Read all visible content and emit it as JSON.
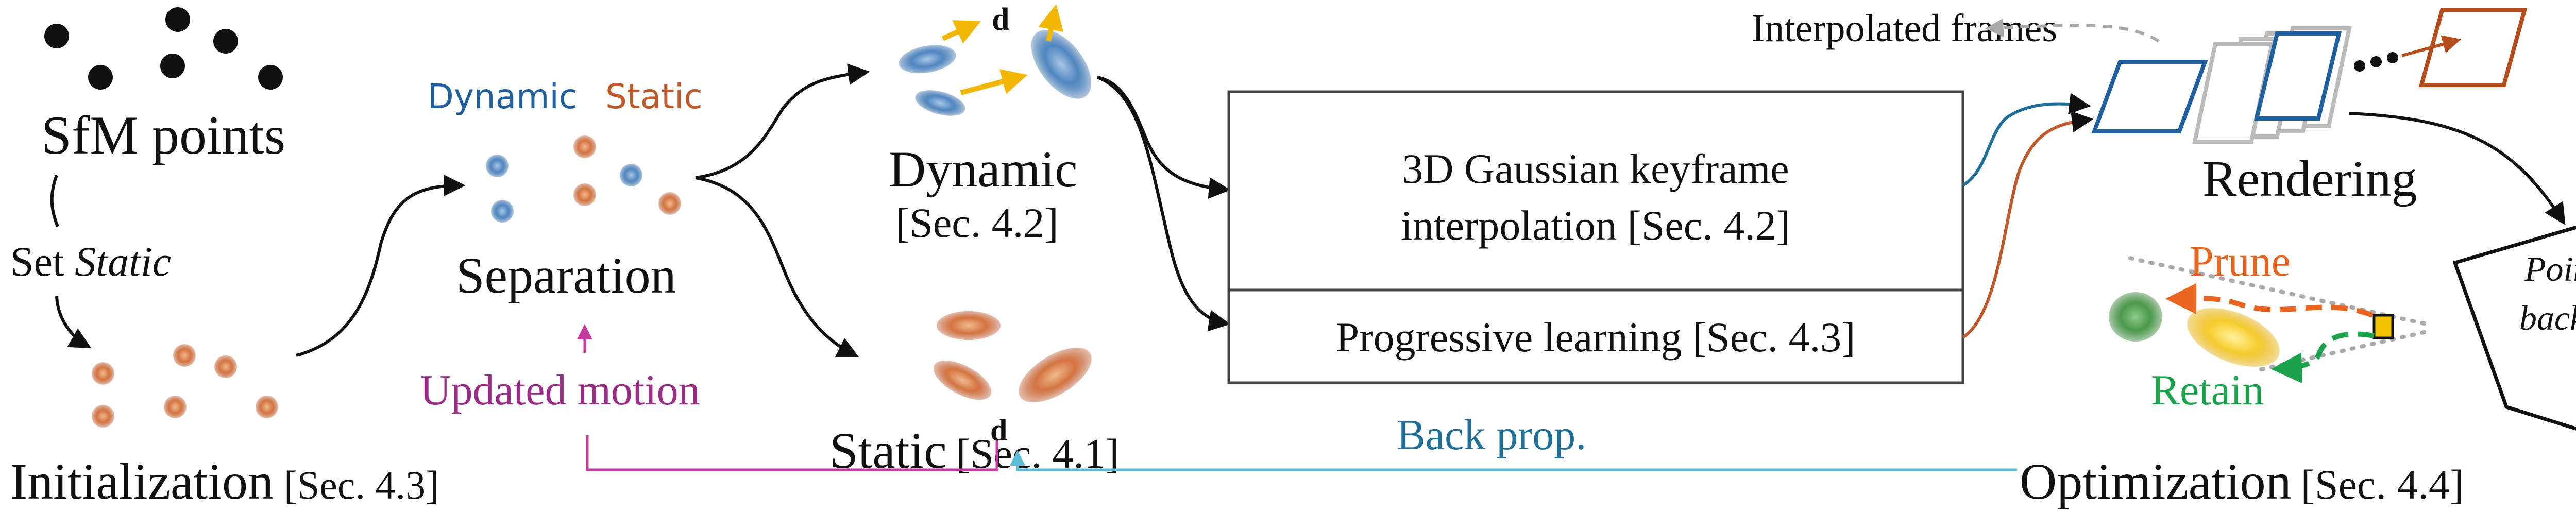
{
  "sfm": {
    "title": "SfM points",
    "set_label_prefix": "Set ",
    "set_label_italic": "Static"
  },
  "init": {
    "name": "Initialization",
    "ref": "[Sec. 4.3]"
  },
  "separation": {
    "dynamic_label": "Dynamic",
    "static_label": "Static",
    "title": "Separation",
    "updated_motion": "Updated motion"
  },
  "dynamic": {
    "title": "Dynamic",
    "ref": "[Sec. 4.2]",
    "d_label": "d"
  },
  "static": {
    "name": "Static",
    "ref": "[Sec. 4.1]"
  },
  "keyframe": {
    "line1": "3D Gaussian keyframe",
    "line2": "interpolation [Sec. 4.2]"
  },
  "progressive": {
    "label": "Progressive learning [Sec. 4.3]"
  },
  "render": {
    "interpolated": "Interpolated frames",
    "title": "Rendering"
  },
  "optimization": {
    "prune": "Prune",
    "retain": "Retain",
    "point1": "Point",
    "point2": "backtracking",
    "name": "Optimization",
    "ref": "[Sec. 4.4]"
  },
  "backprop": {
    "label": "Back prop."
  },
  "colors": {
    "dynamic_blue": "#1f5fa0",
    "static_orange": "#c0582a",
    "arrow_yellow": "#f2b705",
    "prune_orange": "#e8641f",
    "retain_green": "#1aa34a",
    "motion_magenta": "#c43a9e",
    "backprop_cyan": "#5bbcd6",
    "frame_blue": "#1f5fa0",
    "frame_orange": "#c0582a"
  }
}
